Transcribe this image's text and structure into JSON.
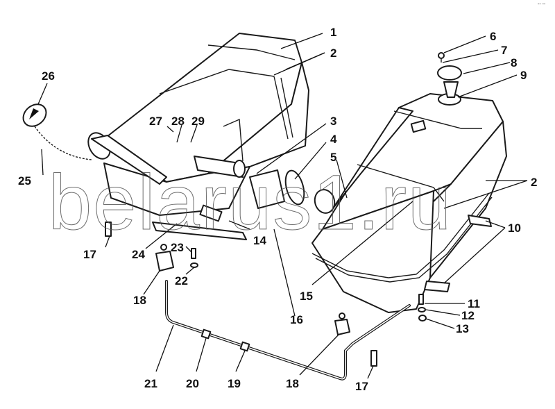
{
  "diagram": {
    "title": "Fuel tanks assembly exploded view",
    "watermark": "belarus1.ru",
    "corner_mark": "-- --",
    "colors": {
      "ink": "#111111",
      "background": "#ffffff"
    },
    "callouts": [
      {
        "id": "c1",
        "label": "1"
      },
      {
        "id": "c2a",
        "label": "2"
      },
      {
        "id": "c2b",
        "label": "2"
      },
      {
        "id": "c3",
        "label": "3"
      },
      {
        "id": "c4",
        "label": "4"
      },
      {
        "id": "c5",
        "label": "5"
      },
      {
        "id": "c6",
        "label": "6"
      },
      {
        "id": "c7",
        "label": "7"
      },
      {
        "id": "c8",
        "label": "8"
      },
      {
        "id": "c9",
        "label": "9"
      },
      {
        "id": "c10",
        "label": "10"
      },
      {
        "id": "c11",
        "label": "11"
      },
      {
        "id": "c12",
        "label": "12"
      },
      {
        "id": "c13",
        "label": "13"
      },
      {
        "id": "c14",
        "label": "14"
      },
      {
        "id": "c15",
        "label": "15"
      },
      {
        "id": "c16",
        "label": "16"
      },
      {
        "id": "c17a",
        "label": "17"
      },
      {
        "id": "c17b",
        "label": "17"
      },
      {
        "id": "c18a",
        "label": "18"
      },
      {
        "id": "c18b",
        "label": "18"
      },
      {
        "id": "c19",
        "label": "19"
      },
      {
        "id": "c20",
        "label": "20"
      },
      {
        "id": "c21",
        "label": "21"
      },
      {
        "id": "c22",
        "label": "22"
      },
      {
        "id": "c23",
        "label": "23"
      },
      {
        "id": "c24",
        "label": "24"
      },
      {
        "id": "c25",
        "label": "25"
      },
      {
        "id": "c26",
        "label": "26"
      },
      {
        "id": "c27",
        "label": "27"
      },
      {
        "id": "c28",
        "label": "28"
      },
      {
        "id": "c29",
        "label": "29"
      }
    ]
  }
}
